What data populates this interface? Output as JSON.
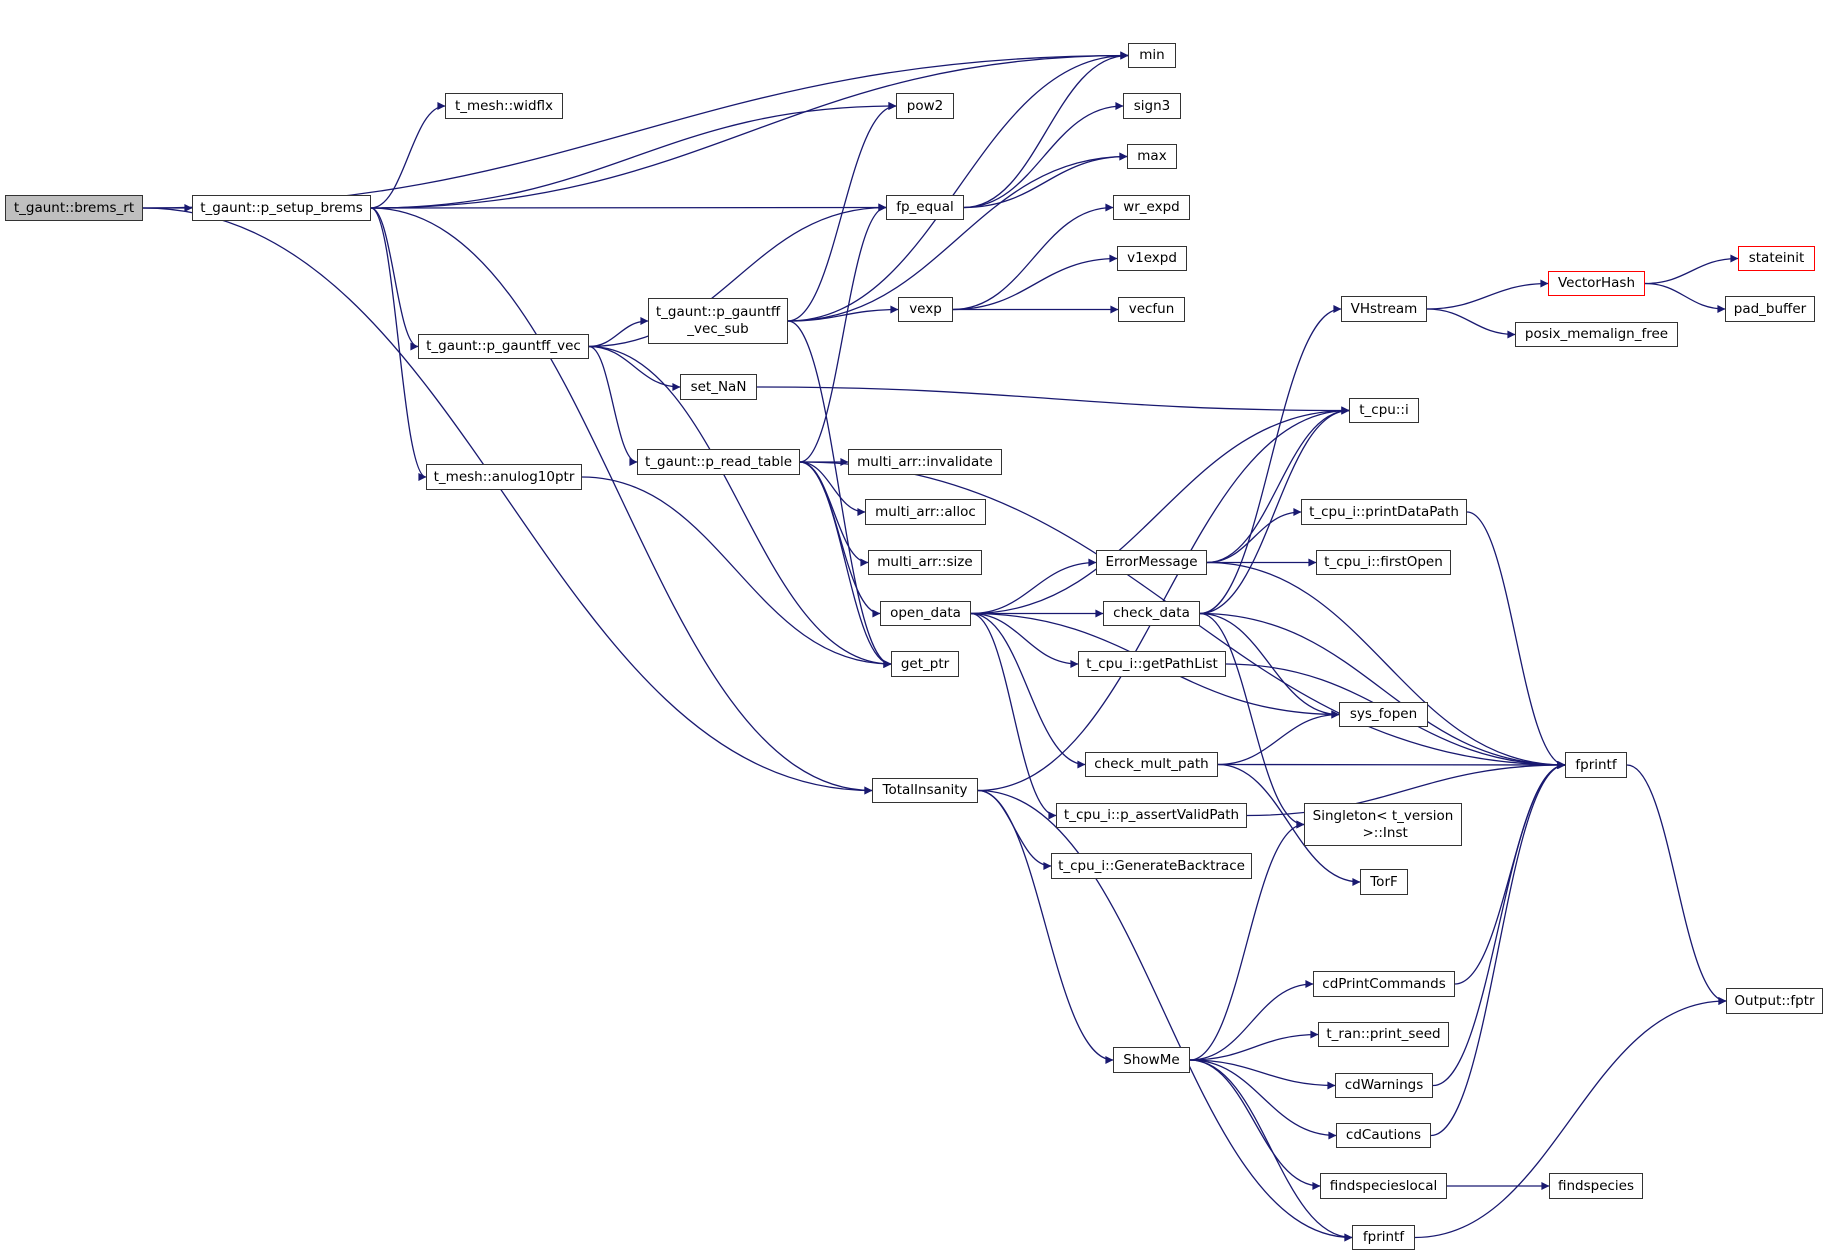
{
  "graph": {
    "title": "t_gaunt::brems_rt call graph",
    "edge_color": "#191970",
    "root_fill": "#bfbfbf",
    "truncated_border_color": "#ff0000",
    "nodes": [
      {
        "id": "brems_rt",
        "label": "t_gaunt::brems_rt",
        "root": true
      },
      {
        "id": "p_setup_brems",
        "label": "t_gaunt::p_setup_brems"
      },
      {
        "id": "min",
        "label": "min"
      },
      {
        "id": "widflx",
        "label": "t_mesh::widflx"
      },
      {
        "id": "pow2",
        "label": "pow2"
      },
      {
        "id": "sign3",
        "label": "sign3"
      },
      {
        "id": "max",
        "label": "max"
      },
      {
        "id": "fp_equal",
        "label": "fp_equal"
      },
      {
        "id": "wr_expd",
        "label": "wr_expd"
      },
      {
        "id": "v1expd",
        "label": "v1expd"
      },
      {
        "id": "vecfun",
        "label": "vecfun"
      },
      {
        "id": "vexp",
        "label": "vexp"
      },
      {
        "id": "p_gauntff_vec_sub",
        "label": "t_gaunt::p_gauntff\n_vec_sub"
      },
      {
        "id": "p_gauntff_vec",
        "label": "t_gaunt::p_gauntff_vec"
      },
      {
        "id": "set_NaN",
        "label": "set_NaN"
      },
      {
        "id": "anulog10ptr",
        "label": "t_mesh::anulog10ptr"
      },
      {
        "id": "p_read_table",
        "label": "t_gaunt::p_read_table"
      },
      {
        "id": "invalidate",
        "label": "multi_arr::invalidate"
      },
      {
        "id": "alloc",
        "label": "multi_arr::alloc"
      },
      {
        "id": "size",
        "label": "multi_arr::size"
      },
      {
        "id": "open_data",
        "label": "open_data"
      },
      {
        "id": "get_ptr",
        "label": "get_ptr"
      },
      {
        "id": "VHstream",
        "label": "VHstream"
      },
      {
        "id": "VectorHash",
        "label": "VectorHash",
        "truncated": true
      },
      {
        "id": "stateinit",
        "label": "stateinit",
        "truncated": true
      },
      {
        "id": "pad_buffer",
        "label": "pad_buffer"
      },
      {
        "id": "posix_memalign_free",
        "label": "posix_memalign_free"
      },
      {
        "id": "t_cpu_i",
        "label": "t_cpu::i"
      },
      {
        "id": "printDataPath",
        "label": "t_cpu_i::printDataPath"
      },
      {
        "id": "ErrorMessage",
        "label": "ErrorMessage"
      },
      {
        "id": "firstOpen",
        "label": "t_cpu_i::firstOpen"
      },
      {
        "id": "check_data",
        "label": "check_data"
      },
      {
        "id": "getPathList",
        "label": "t_cpu_i::getPathList"
      },
      {
        "id": "sys_fopen",
        "label": "sys_fopen"
      },
      {
        "id": "check_mult_path",
        "label": "check_mult_path"
      },
      {
        "id": "fprintf_r",
        "label": "fprintf"
      },
      {
        "id": "TotalInsanity",
        "label": "TotalInsanity"
      },
      {
        "id": "p_assertValidPath",
        "label": "t_cpu_i::p_assertValidPath"
      },
      {
        "id": "Singleton",
        "label": "Singleton< t_version\n >::Inst"
      },
      {
        "id": "GenerateBacktrace",
        "label": "t_cpu_i::GenerateBacktrace"
      },
      {
        "id": "TorF",
        "label": "TorF"
      },
      {
        "id": "cdPrintCommands",
        "label": "cdPrintCommands"
      },
      {
        "id": "Output_fptr",
        "label": "Output::fptr"
      },
      {
        "id": "print_seed",
        "label": "t_ran::print_seed"
      },
      {
        "id": "ShowMe",
        "label": "ShowMe"
      },
      {
        "id": "cdWarnings",
        "label": "cdWarnings"
      },
      {
        "id": "cdCautions",
        "label": "cdCautions"
      },
      {
        "id": "findspecieslocal",
        "label": "findspecieslocal"
      },
      {
        "id": "findspecies",
        "label": "findspecies"
      },
      {
        "id": "fprintf_b",
        "label": "fprintf"
      }
    ],
    "edges": [
      [
        "brems_rt",
        "p_setup_brems"
      ],
      [
        "brems_rt",
        "min"
      ],
      [
        "brems_rt",
        "TotalInsanity"
      ],
      [
        "p_setup_brems",
        "min"
      ],
      [
        "p_setup_brems",
        "widflx"
      ],
      [
        "p_setup_brems",
        "pow2"
      ],
      [
        "p_setup_brems",
        "fp_equal"
      ],
      [
        "p_setup_brems",
        "p_gauntff_vec"
      ],
      [
        "p_setup_brems",
        "anulog10ptr"
      ],
      [
        "p_setup_brems",
        "TotalInsanity"
      ],
      [
        "fp_equal",
        "min"
      ],
      [
        "fp_equal",
        "sign3"
      ],
      [
        "fp_equal",
        "max"
      ],
      [
        "p_gauntff_vec",
        "fp_equal"
      ],
      [
        "p_gauntff_vec",
        "p_gauntff_vec_sub"
      ],
      [
        "p_gauntff_vec",
        "set_NaN"
      ],
      [
        "p_gauntff_vec",
        "p_read_table"
      ],
      [
        "p_gauntff_vec",
        "get_ptr"
      ],
      [
        "p_gauntff_vec_sub",
        "min"
      ],
      [
        "p_gauntff_vec_sub",
        "pow2"
      ],
      [
        "p_gauntff_vec_sub",
        "max"
      ],
      [
        "p_gauntff_vec_sub",
        "vexp"
      ],
      [
        "p_gauntff_vec_sub",
        "get_ptr"
      ],
      [
        "vexp",
        "wr_expd"
      ],
      [
        "vexp",
        "v1expd"
      ],
      [
        "vexp",
        "vecfun"
      ],
      [
        "set_NaN",
        "t_cpu_i"
      ],
      [
        "anulog10ptr",
        "get_ptr"
      ],
      [
        "p_read_table",
        "fp_equal"
      ],
      [
        "p_read_table",
        "invalidate"
      ],
      [
        "p_read_table",
        "alloc"
      ],
      [
        "p_read_table",
        "size"
      ],
      [
        "p_read_table",
        "open_data"
      ],
      [
        "p_read_table",
        "get_ptr"
      ],
      [
        "p_read_table",
        "fprintf_r"
      ],
      [
        "open_data",
        "t_cpu_i"
      ],
      [
        "open_data",
        "ErrorMessage"
      ],
      [
        "open_data",
        "check_data"
      ],
      [
        "open_data",
        "getPathList"
      ],
      [
        "open_data",
        "sys_fopen"
      ],
      [
        "open_data",
        "check_mult_path"
      ],
      [
        "open_data",
        "p_assertValidPath"
      ],
      [
        "VHstream",
        "VectorHash"
      ],
      [
        "VHstream",
        "posix_memalign_free"
      ],
      [
        "VectorHash",
        "stateinit"
      ],
      [
        "VectorHash",
        "pad_buffer"
      ],
      [
        "ErrorMessage",
        "t_cpu_i"
      ],
      [
        "ErrorMessage",
        "printDataPath"
      ],
      [
        "ErrorMessage",
        "firstOpen"
      ],
      [
        "ErrorMessage",
        "fprintf_r"
      ],
      [
        "check_data",
        "t_cpu_i"
      ],
      [
        "check_data",
        "VHstream"
      ],
      [
        "check_data",
        "sys_fopen"
      ],
      [
        "check_data",
        "Singleton"
      ],
      [
        "check_data",
        "fprintf_r"
      ],
      [
        "printDataPath",
        "fprintf_r"
      ],
      [
        "getPathList",
        "fprintf_r"
      ],
      [
        "check_mult_path",
        "sys_fopen"
      ],
      [
        "check_mult_path",
        "fprintf_r"
      ],
      [
        "check_mult_path",
        "TorF"
      ],
      [
        "p_assertValidPath",
        "fprintf_r"
      ],
      [
        "TotalInsanity",
        "t_cpu_i"
      ],
      [
        "TotalInsanity",
        "GenerateBacktrace"
      ],
      [
        "TotalInsanity",
        "ShowMe"
      ],
      [
        "TotalInsanity",
        "fprintf_b"
      ],
      [
        "fprintf_r",
        "Output_fptr"
      ],
      [
        "fprintf_b",
        "Output_fptr"
      ],
      [
        "ShowMe",
        "Singleton"
      ],
      [
        "ShowMe",
        "cdPrintCommands"
      ],
      [
        "ShowMe",
        "print_seed"
      ],
      [
        "ShowMe",
        "cdWarnings"
      ],
      [
        "ShowMe",
        "cdCautions"
      ],
      [
        "ShowMe",
        "findspecieslocal"
      ],
      [
        "ShowMe",
        "fprintf_b"
      ],
      [
        "cdPrintCommands",
        "fprintf_r"
      ],
      [
        "cdWarnings",
        "fprintf_r"
      ],
      [
        "cdCautions",
        "fprintf_r"
      ],
      [
        "findspecieslocal",
        "findspecies"
      ]
    ]
  }
}
